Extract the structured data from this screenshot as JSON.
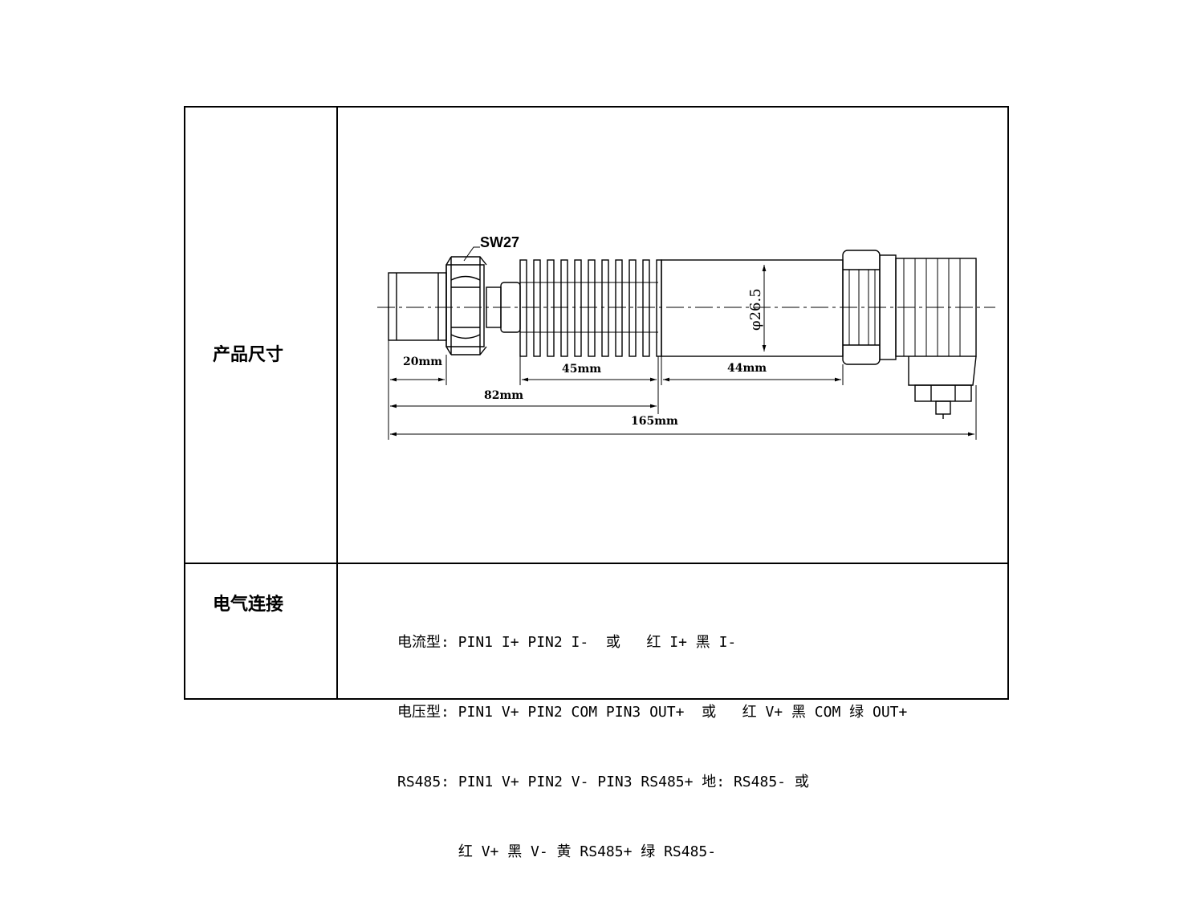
{
  "table": {
    "dimensions_label": "产品尺寸",
    "electrical_label": "电气连接"
  },
  "drawing": {
    "hex_label": "SW27",
    "diameter_label": "φ26.5",
    "dim_thread": "20mm",
    "dim_fins": "45mm",
    "dim_body": "44mm",
    "dim_to_body": "82mm",
    "dim_total": "165mm"
  },
  "wiring": {
    "current_line": "电流型: PIN1 I+ PIN2 I-  或   红 I+ 黑 I-",
    "voltage_line": "电压型: PIN1 V+ PIN2 COM PIN3 OUT+  或   红 V+ 黑 COM 绿 OUT+",
    "rs485_line": "RS485: PIN1 V+ PIN2 V- PIN3 RS485+ 地: RS485- 或",
    "rs485_wires_line": "       红 V+ 黑 V- 黄 RS485+ 绿 RS485-"
  }
}
